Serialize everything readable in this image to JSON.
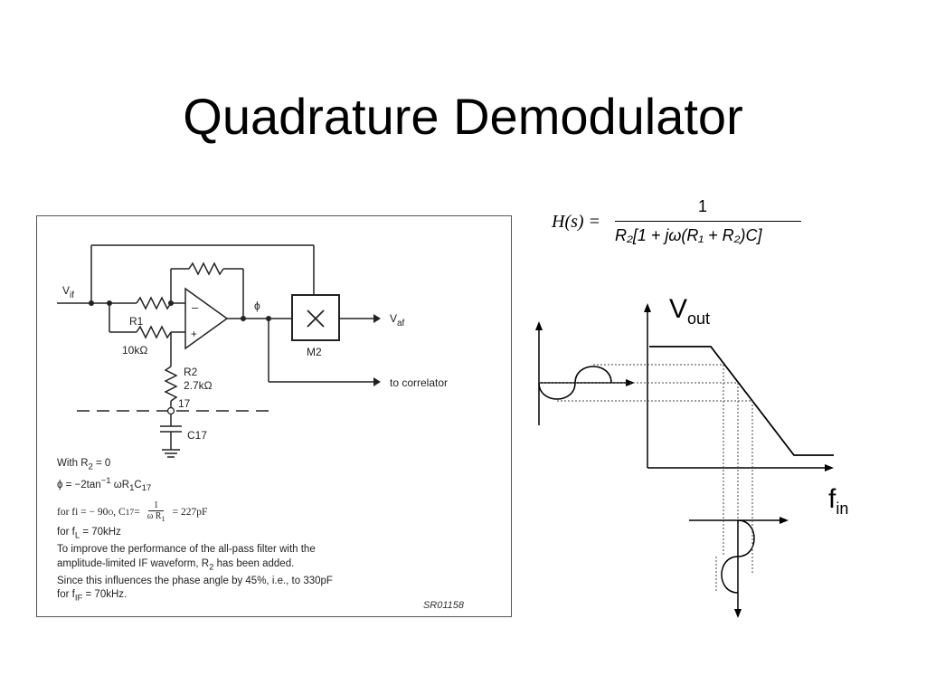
{
  "slide": {
    "title": "Quadrature Demodulator"
  },
  "circuit": {
    "labels": {
      "vif_main": "V",
      "vif_sub": "if",
      "vaf_main": "V",
      "vaf_sub": "af",
      "phi": "ϕ",
      "r1": "R1",
      "r1_value": "10kΩ",
      "r2": "R2",
      "r2_value": "2.7kΩ",
      "node": "17",
      "c17": "C17",
      "minus": "–",
      "plus": "+",
      "multiplier": "×",
      "m2": "M2",
      "correlator": "to correlator"
    },
    "notes": {
      "line1": "With R",
      "line1_sub": "2",
      "line1_end": " = 0",
      "line2": "ϕ = −2tan",
      "line2_sup": "−1",
      "line2_end": " ωR",
      "line2_sub1": "1",
      "line2_mid": "C",
      "line2_sub2": "17",
      "line3_a": "for  fi   =   − 90",
      "line3_sup": "O",
      "line3_b": ",  C",
      "line3_sub": "17",
      "line3_c": "  =",
      "line3_num": "1",
      "line3_den": "ω  R",
      "line3_den_sub": "1",
      "line3_d": "=   227pF",
      "line4": "for f",
      "line4_sub": "L",
      "line4_end": " = 70kHz",
      "line5": "To improve the performance of the all-pass filter with the",
      "line6": "amplitude-limited IF waveform, R",
      "line6_sub": "2",
      "line6_end": " has been added.",
      "line7": "Since this influences the phase angle by 45%, i.e., to 330pF",
      "line8": "for f",
      "line8_sub": "IF",
      "line8_end": " = 70kHz."
    },
    "ref": "SR01158"
  },
  "formula": {
    "lhs": "H(s) =",
    "numerator": "1",
    "denominator": "R₂[1 + jω(R₁ + R₂)C]"
  },
  "graph": {
    "y_label": "V",
    "y_sub": "out",
    "x_label": "f",
    "x_sub": "in"
  }
}
